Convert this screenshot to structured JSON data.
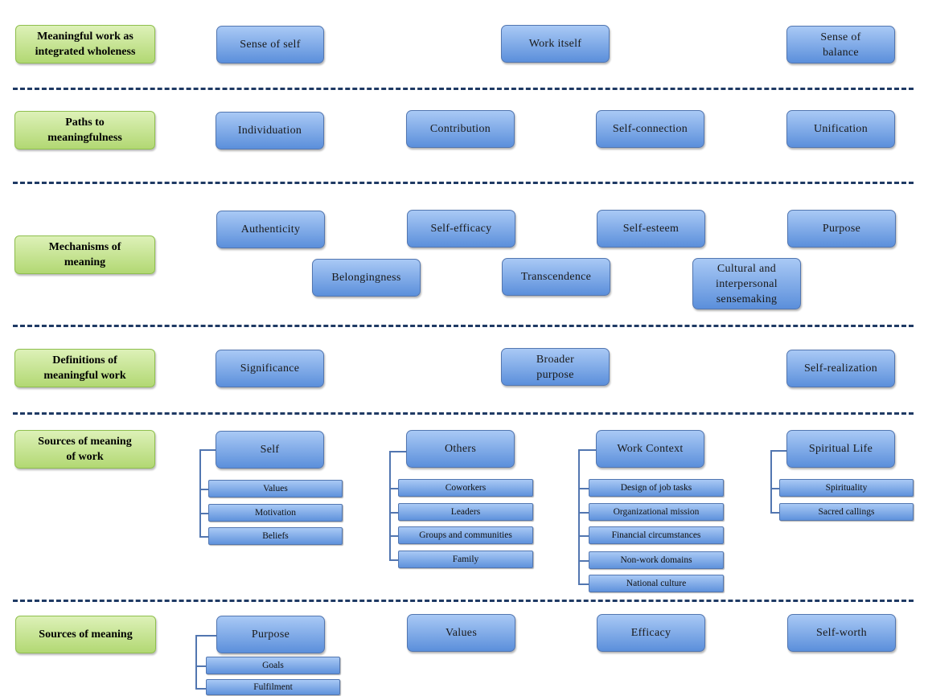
{
  "rows": {
    "integrated": {
      "label": "Meaningful work as integrated wholeness",
      "boxes": [
        "Sense of self",
        "Work itself",
        "Sense of balance"
      ]
    },
    "paths": {
      "label": "Paths to meaningfulness",
      "boxes": [
        "Individuation",
        "Contribution",
        "Self-connection",
        "Unification"
      ]
    },
    "mechanisms": {
      "label": "Mechanisms of meaning",
      "boxes": [
        "Authenticity",
        "Self-efficacy",
        "Self-esteem",
        "Purpose",
        "Belongingness",
        "Transcendence",
        "Cultural and interpersonal sensemaking"
      ]
    },
    "definitions": {
      "label": "Definitions of meaningful work",
      "boxes": [
        "Significance",
        "Broader purpose",
        "Self-realization"
      ]
    },
    "sources_work": {
      "label": "Sources of meaning of work",
      "groups": [
        {
          "title": "Self",
          "items": [
            "Values",
            "Motivation",
            "Beliefs"
          ]
        },
        {
          "title": "Others",
          "items": [
            "Coworkers",
            "Leaders",
            "Groups and communities",
            "Family"
          ]
        },
        {
          "title": "Work Context",
          "items": [
            "Design of job tasks",
            "Organizational mission",
            "Financial circumstances",
            "Non-work domains",
            "National culture"
          ]
        },
        {
          "title": "Spiritual Life",
          "items": [
            "Spirituality",
            "Sacred callings"
          ]
        }
      ]
    },
    "sources": {
      "label": "Sources of meaning",
      "groups": [
        {
          "title": "Purpose",
          "items": [
            "Goals",
            "Fulfilment"
          ]
        },
        {
          "title": "Values",
          "items": []
        },
        {
          "title": "Efficacy",
          "items": []
        },
        {
          "title": "Self-worth",
          "items": []
        }
      ]
    }
  },
  "colors": {
    "label_fill": "#b2d873",
    "box_fill": "#5b8fdb",
    "divider": "#1f3a64"
  }
}
